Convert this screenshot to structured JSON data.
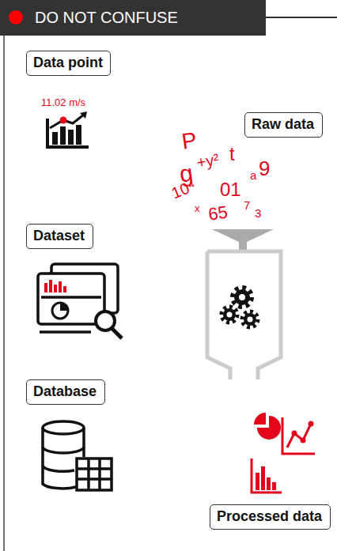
{
  "diagram": {
    "title": "DO NOT CONFUSE",
    "nodes": [
      {
        "text": [
          "Data point"
        ]
      },
      {
        "text": [
          "Raw data"
        ]
      },
      {
        "text": [
          "Dataset"
        ]
      },
      {
        "text": [
          "Database"
        ]
      },
      {
        "text": [
          "Processed data"
        ]
      }
    ],
    "labels": [
      "11.02 m/s",
      "P",
      "+y²",
      "t",
      "g",
      "a",
      "9",
      "10⁴",
      "01",
      "x",
      "65",
      "7",
      "3"
    ]
  }
}
